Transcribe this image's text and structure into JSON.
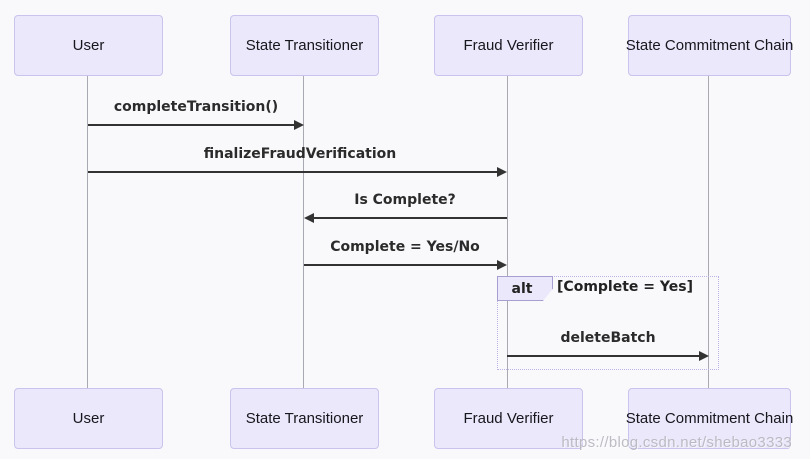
{
  "diagram_type": "sequence-diagram",
  "colors": {
    "background": "#F9F8FB",
    "actor_fill": "#EAE8FA",
    "actor_border": "#C8C4EE",
    "arrow": "#333333",
    "lifeline": "#A9A9B2",
    "alt_border": "#B9B3E6",
    "watermark": "#B2B2BA"
  },
  "actors": [
    {
      "name": "User"
    },
    {
      "name": "State Transitioner"
    },
    {
      "name": "Fraud Verifier"
    },
    {
      "name": "State Commitment Chain"
    }
  ],
  "messages": [
    {
      "label": "completeTransition()",
      "from": "User",
      "to": "State Transitioner",
      "direction": "right"
    },
    {
      "label": "finalizeFraudVerification",
      "from": "User",
      "to": "Fraud Verifier",
      "direction": "right"
    },
    {
      "label": "Is Complete?",
      "from": "Fraud Verifier",
      "to": "State Transitioner",
      "direction": "left"
    },
    {
      "label": "Complete = Yes/No",
      "from": "State Transitioner",
      "to": "Fraud Verifier",
      "direction": "right"
    },
    {
      "label": "deleteBatch",
      "from": "Fraud Verifier",
      "to": "State Commitment Chain",
      "direction": "right"
    }
  ],
  "alt_block": {
    "label": "alt",
    "condition": "[Complete = Yes]"
  },
  "watermark": "https://blog.csdn.net/shebao3333"
}
